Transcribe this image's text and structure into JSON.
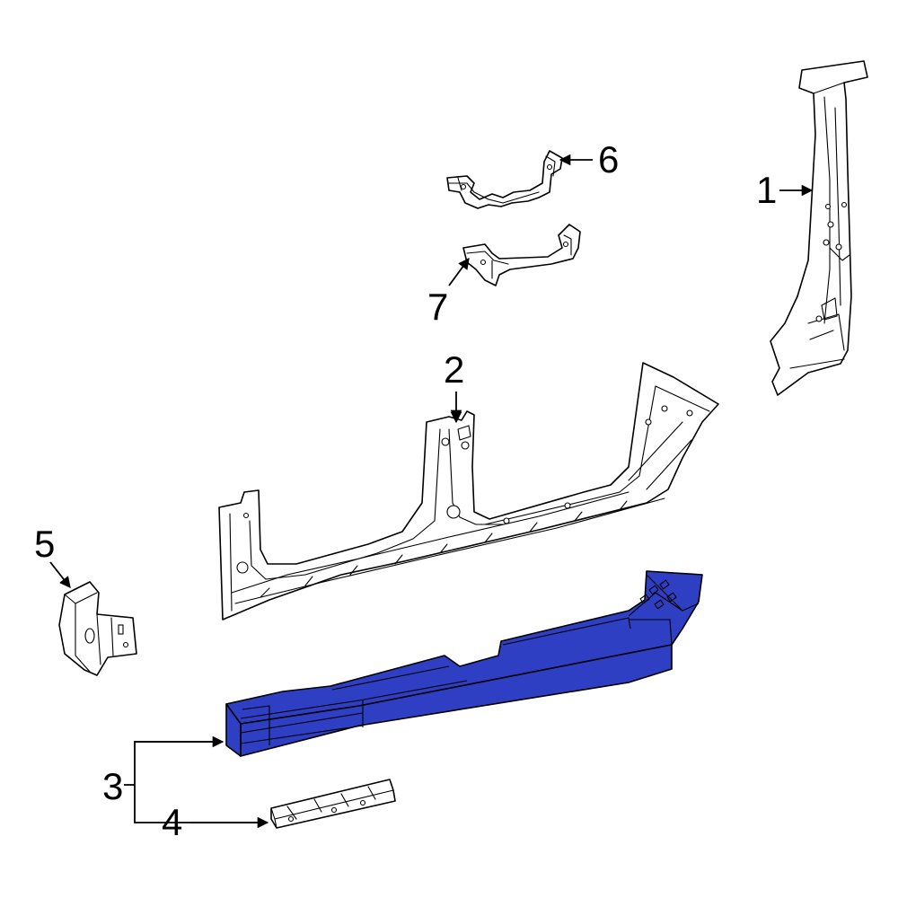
{
  "colors": {
    "highlight": "#2E3FC4",
    "highlight_dark": "#1E2C9A",
    "line": "#000000",
    "background": "#FFFFFF"
  },
  "callouts": [
    {
      "number": "1",
      "part": "b-pillar-reinforcement"
    },
    {
      "number": "2",
      "part": "rocker-side-aperture-outer"
    },
    {
      "number": "3",
      "part": "rocker-panel",
      "highlighted": true
    },
    {
      "number": "4",
      "part": "rocker-reinforcement"
    },
    {
      "number": "5",
      "part": "bracket"
    },
    {
      "number": "6",
      "part": "upper-reinforcement"
    },
    {
      "number": "7",
      "part": "lower-reinforcement"
    }
  ]
}
